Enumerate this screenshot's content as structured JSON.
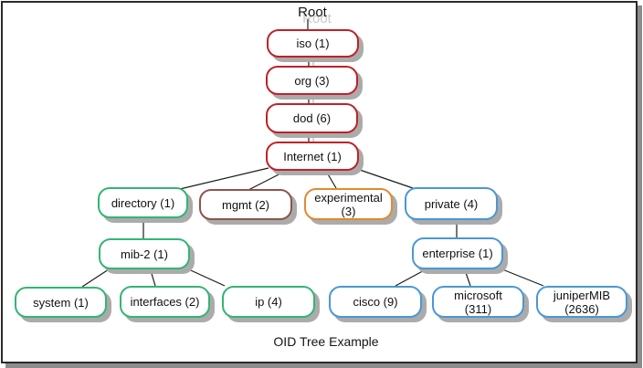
{
  "root_label": "Root",
  "caption": "OID Tree Example",
  "colors": {
    "chain_red": "#c02127",
    "green": "#33b573",
    "brown": "#8e544b",
    "orange": "#e08a31",
    "blue": "#4a97d6",
    "shadow_gray": "#ababab",
    "frame_shadow": "#8c8c8c"
  },
  "nodes": {
    "iso": {
      "label": "iso (1)",
      "color": "red"
    },
    "org": {
      "label": "org (3)",
      "color": "red"
    },
    "dod": {
      "label": "dod (6)",
      "color": "red"
    },
    "internet": {
      "label": "Internet (1)",
      "color": "red"
    },
    "directory": {
      "label": "directory (1)",
      "color": "green"
    },
    "mgmt": {
      "label": "mgmt (2)",
      "color": "brown"
    },
    "experimental": {
      "label": "experimental\n(3)",
      "color": "orange"
    },
    "private": {
      "label": "private (4)",
      "color": "blue"
    },
    "mib2": {
      "label": "mib-2 (1)",
      "color": "green"
    },
    "enterprise": {
      "label": "enterprise (1)",
      "color": "blue"
    },
    "system": {
      "label": "system (1)",
      "color": "green"
    },
    "interfaces": {
      "label": "interfaces (2)",
      "color": "green"
    },
    "ip": {
      "label": "ip (4)",
      "color": "green"
    },
    "cisco": {
      "label": "cisco (9)",
      "color": "blue"
    },
    "microsoft": {
      "label": "microsoft\n(311)",
      "color": "blue"
    },
    "junipermib": {
      "label": "juniperMIB\n(2636)",
      "color": "blue"
    }
  }
}
